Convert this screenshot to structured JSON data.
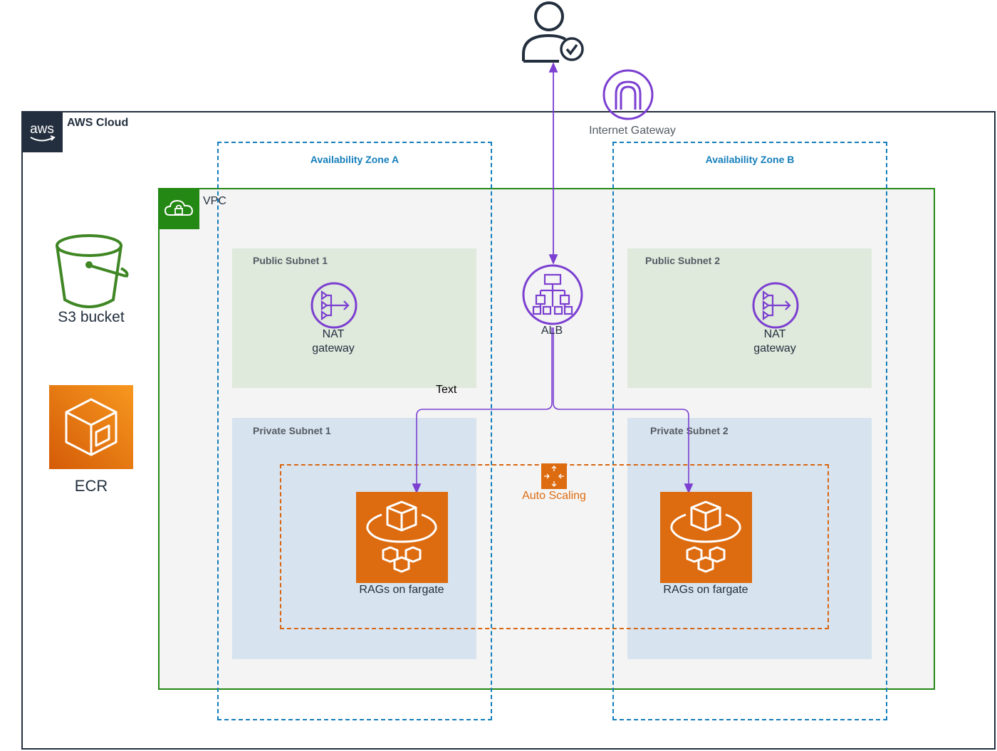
{
  "cloud": {
    "label": "AWS Cloud",
    "color": "#232f3e"
  },
  "vpc": {
    "label": "VPC",
    "color": "#248814"
  },
  "internet_gateway": {
    "label": "Internet Gateway",
    "icon": "internet-gateway-icon"
  },
  "zones": [
    {
      "label": "Availability Zone A"
    },
    {
      "label": "Availability Zone B"
    }
  ],
  "subnets": {
    "public_1": {
      "label": "Public Subnet 1"
    },
    "public_2": {
      "label": "Public Subnet 2"
    },
    "private_1": {
      "label": "Private Subnet 1"
    },
    "private_2": {
      "label": "Private Subnet 2"
    }
  },
  "nat": [
    {
      "line1": "NAT",
      "line2": "gateway"
    },
    {
      "line1": "NAT",
      "line2": "gateway"
    }
  ],
  "alb": {
    "label": "ALB"
  },
  "floating_text": "Text",
  "auto_scaling": {
    "label": "Auto Scaling"
  },
  "fargate": [
    {
      "label": "RAGs on fargate"
    },
    {
      "label": "RAGs on fargate"
    }
  ],
  "s3": {
    "label": "S3 bucket"
  },
  "ecr": {
    "label": "ECR"
  },
  "colors": {
    "purple": "#7b3fd1",
    "orange": "#dd6b10",
    "zone_blue": "#147eba",
    "public_green": "#dfe9dc",
    "private_blue": "#d7e3ee"
  }
}
